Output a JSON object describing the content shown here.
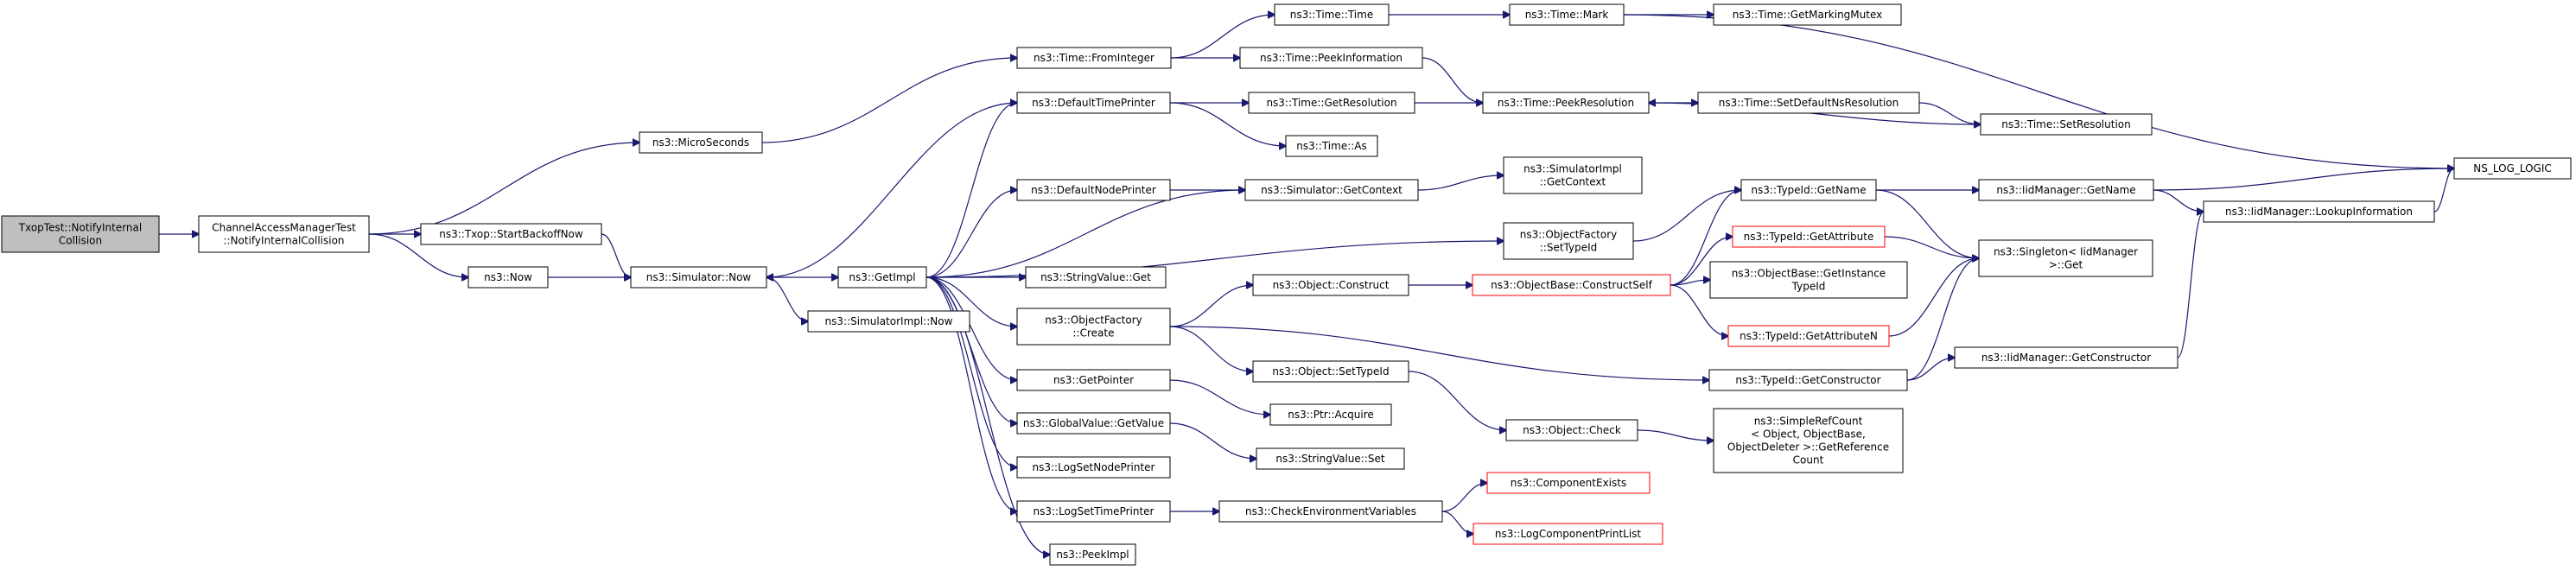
{
  "graph": {
    "nodes": [
      {
        "id": "root",
        "lines": [
          "TxopTest::NotifyInternal",
          "Collision"
        ],
        "style": "root"
      },
      {
        "id": "camt",
        "lines": [
          "ChannelAccessManagerTest",
          "::NotifyInternalCollision"
        ]
      },
      {
        "id": "micro",
        "lines": [
          "ns3::MicroSeconds"
        ]
      },
      {
        "id": "startbo",
        "lines": [
          "ns3::Txop::StartBackoffNow"
        ]
      },
      {
        "id": "now",
        "lines": [
          "ns3::Now"
        ]
      },
      {
        "id": "simnow",
        "lines": [
          "ns3::Simulator::Now"
        ]
      },
      {
        "id": "simimplnow",
        "lines": [
          "ns3::SimulatorImpl::Now"
        ]
      },
      {
        "id": "getimpl",
        "lines": [
          "ns3::GetImpl"
        ]
      },
      {
        "id": "fromint",
        "lines": [
          "ns3::Time::FromInteger"
        ]
      },
      {
        "id": "deftp",
        "lines": [
          "ns3::DefaultTimePrinter"
        ]
      },
      {
        "id": "defnp",
        "lines": [
          "ns3::DefaultNodePrinter"
        ]
      },
      {
        "id": "strget",
        "lines": [
          "ns3::StringValue::Get"
        ]
      },
      {
        "id": "ofcreate",
        "lines": [
          "ns3::ObjectFactory",
          "::Create"
        ]
      },
      {
        "id": "getptr",
        "lines": [
          "ns3::GetPointer"
        ]
      },
      {
        "id": "gvget",
        "lines": [
          "ns3::GlobalValue::GetValue"
        ]
      },
      {
        "id": "lsnp",
        "lines": [
          "ns3::LogSetNodePrinter"
        ]
      },
      {
        "id": "lstp",
        "lines": [
          "ns3::LogSetTimePrinter"
        ]
      },
      {
        "id": "peekimpl",
        "lines": [
          "ns3::PeekImpl"
        ]
      },
      {
        "id": "timetime",
        "lines": [
          "ns3::Time::Time"
        ]
      },
      {
        "id": "peekinfo",
        "lines": [
          "ns3::Time::PeekInformation"
        ]
      },
      {
        "id": "getres",
        "lines": [
          "ns3::Time::GetResolution"
        ]
      },
      {
        "id": "timeas",
        "lines": [
          "ns3::Time::As"
        ]
      },
      {
        "id": "simgetctx",
        "lines": [
          "ns3::Simulator::GetContext"
        ]
      },
      {
        "id": "objconstruct",
        "lines": [
          "ns3::Object::Construct"
        ]
      },
      {
        "id": "setTypeId",
        "lines": [
          "ns3::Object::SetTypeId"
        ]
      },
      {
        "id": "ptracq",
        "lines": [
          "ns3::Ptr::Acquire"
        ]
      },
      {
        "id": "strset",
        "lines": [
          "ns3::StringValue::Set"
        ]
      },
      {
        "id": "checkenv",
        "lines": [
          "ns3::CheckEnvironmentVariables"
        ]
      },
      {
        "id": "timemark",
        "lines": [
          "ns3::Time::Mark"
        ]
      },
      {
        "id": "peekres",
        "lines": [
          "ns3::Time::PeekResolution"
        ]
      },
      {
        "id": "simimplctx",
        "lines": [
          "ns3::SimulatorImpl",
          "::GetContext"
        ]
      },
      {
        "id": "ofsettid",
        "lines": [
          "ns3::ObjectFactory",
          "::SetTypeId"
        ]
      },
      {
        "id": "obconstself",
        "lines": [
          "ns3::ObjectBase::ConstructSelf"
        ],
        "style": "trunc"
      },
      {
        "id": "objcheck",
        "lines": [
          "ns3::Object::Check"
        ]
      },
      {
        "id": "compexists",
        "lines": [
          "ns3::ComponentExists"
        ],
        "style": "trunc"
      },
      {
        "id": "logcompprint",
        "lines": [
          "ns3::LogComponentPrintList"
        ],
        "style": "trunc"
      },
      {
        "id": "getmarkmutex",
        "lines": [
          "ns3::Time::GetMarkingMutex"
        ]
      },
      {
        "id": "setdefns",
        "lines": [
          "ns3::Time::SetDefaultNsResolution"
        ]
      },
      {
        "id": "tidgetname",
        "lines": [
          "ns3::TypeId::GetName"
        ]
      },
      {
        "id": "tidgetattr",
        "lines": [
          "ns3::TypeId::GetAttribute"
        ],
        "style": "trunc"
      },
      {
        "id": "obgetinst",
        "lines": [
          "ns3::ObjectBase::GetInstance",
          "TypeId"
        ]
      },
      {
        "id": "tidgetattrn",
        "lines": [
          "ns3::TypeId::GetAttributeN"
        ],
        "style": "trunc"
      },
      {
        "id": "tidgetctor",
        "lines": [
          "ns3::TypeId::GetConstructor"
        ]
      },
      {
        "id": "simplerefcount",
        "lines": [
          "ns3::SimpleRefCount",
          "< Object, ObjectBase,",
          "ObjectDeleter >::GetReference",
          "Count"
        ]
      },
      {
        "id": "setres",
        "lines": [
          "ns3::Time::SetResolution"
        ]
      },
      {
        "id": "iidgetname",
        "lines": [
          "ns3::IidManager::GetName"
        ]
      },
      {
        "id": "singleton",
        "lines": [
          "ns3::Singleton< IidManager",
          ">::Get"
        ]
      },
      {
        "id": "iidgetctor",
        "lines": [
          "ns3::IidManager::GetConstructor"
        ]
      },
      {
        "id": "iidlookup",
        "lines": [
          "ns3::IidManager::LookupInformation"
        ]
      },
      {
        "id": "nslog",
        "lines": [
          "NS_LOG_LOGIC"
        ]
      }
    ],
    "edges": [
      [
        "root",
        "camt"
      ],
      [
        "camt",
        "micro"
      ],
      [
        "camt",
        "startbo"
      ],
      [
        "camt",
        "now"
      ],
      [
        "startbo",
        "simnow"
      ],
      [
        "now",
        "simnow"
      ],
      [
        "micro",
        "fromint"
      ],
      [
        "simnow",
        "getimpl"
      ],
      [
        "simnow",
        "simimplnow"
      ],
      [
        "getimpl",
        "deftp"
      ],
      [
        "getimpl",
        "defnp"
      ],
      [
        "getimpl",
        "strget"
      ],
      [
        "getimpl",
        "ofcreate"
      ],
      [
        "getimpl",
        "getptr"
      ],
      [
        "getimpl",
        "gvget"
      ],
      [
        "getimpl",
        "lsnp"
      ],
      [
        "getimpl",
        "lstp"
      ],
      [
        "getimpl",
        "peekimpl"
      ],
      [
        "getimpl",
        "simgetctx"
      ],
      [
        "getimpl",
        "ofsettid"
      ],
      [
        "deftp",
        "simnow"
      ],
      [
        "deftp",
        "getres"
      ],
      [
        "deftp",
        "timeas"
      ],
      [
        "fromint",
        "timetime"
      ],
      [
        "fromint",
        "peekinfo"
      ],
      [
        "timetime",
        "timemark"
      ],
      [
        "timemark",
        "getmarkmutex"
      ],
      [
        "timemark",
        "nslog"
      ],
      [
        "peekinfo",
        "peekres"
      ],
      [
        "getres",
        "peekres"
      ],
      [
        "peekres",
        "setdefns"
      ],
      [
        "setdefns",
        "setres"
      ],
      [
        "setres",
        "peekres"
      ],
      [
        "defnp",
        "simgetctx"
      ],
      [
        "simgetctx",
        "simimplctx"
      ],
      [
        "ofcreate",
        "objconstruct"
      ],
      [
        "ofcreate",
        "setTypeId"
      ],
      [
        "ofcreate",
        "tidgetctor"
      ],
      [
        "objconstruct",
        "obconstself"
      ],
      [
        "obconstself",
        "tidgetname"
      ],
      [
        "obconstself",
        "tidgetattr"
      ],
      [
        "obconstself",
        "obgetinst"
      ],
      [
        "obconstself",
        "tidgetattrn"
      ],
      [
        "ofsettid",
        "tidgetname"
      ],
      [
        "tidgetname",
        "iidgetname"
      ],
      [
        "tidgetname",
        "singleton"
      ],
      [
        "tidgetattr",
        "singleton"
      ],
      [
        "tidgetattrn",
        "singleton"
      ],
      [
        "tidgetctor",
        "singleton"
      ],
      [
        "tidgetctor",
        "iidgetctor"
      ],
      [
        "iidgetname",
        "iidlookup"
      ],
      [
        "iidgetname",
        "nslog"
      ],
      [
        "iidgetctor",
        "iidlookup"
      ],
      [
        "iidlookup",
        "nslog"
      ],
      [
        "setTypeId",
        "objcheck"
      ],
      [
        "objcheck",
        "simplerefcount"
      ],
      [
        "getptr",
        "ptracq"
      ],
      [
        "gvget",
        "strset"
      ],
      [
        "lstp",
        "checkenv"
      ],
      [
        "checkenv",
        "compexists"
      ],
      [
        "checkenv",
        "logcompprint"
      ]
    ]
  }
}
